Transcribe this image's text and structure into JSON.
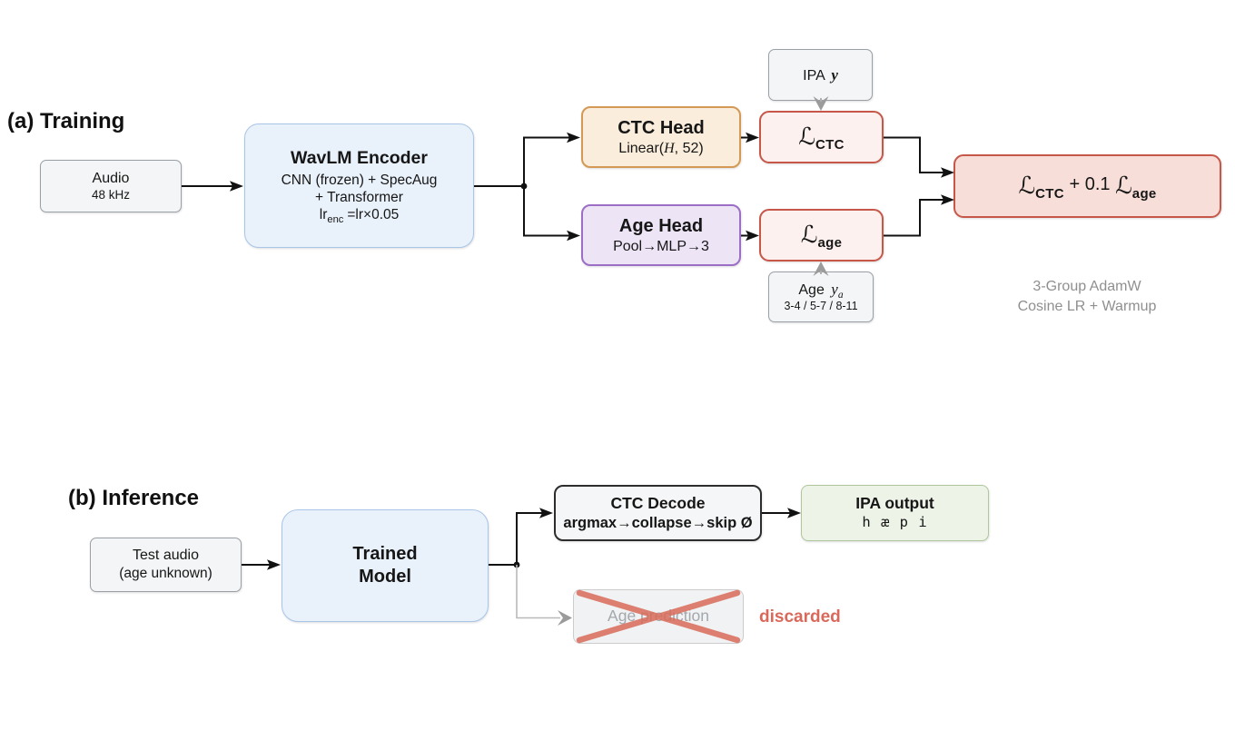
{
  "colors": {
    "background": "#ffffff",
    "grey_fill": "#f4f5f6",
    "grey_border": "#9aa0a6",
    "blue_fill": "#e9f1fa",
    "blue_border": "#a9c6e8",
    "orange_fill": "#faeddb",
    "orange_border": "#d49a55",
    "purple_fill": "#ede4f5",
    "purple_border": "#9d6ec5",
    "loss_fill": "#fcf1ef",
    "loss_border": "#c65749",
    "total_loss_fill": "#f7ded8",
    "green_fill": "#edf3e7",
    "green_border": "#afc79c",
    "decode_fill": "#f5f6f7",
    "decode_border": "#2d2d2d",
    "disabled_fill": "#f1f2f3",
    "disabled_border": "#cccccc",
    "disabled_text": "#a3a8ad",
    "salmon": "#d9695a",
    "muted_text": "#8f8f8f",
    "black_line": "#111111",
    "grey_line": "#b0b0b0"
  },
  "training": {
    "section_label": "(a) Training",
    "audio": {
      "line1": "Audio",
      "line2": "48 kHz"
    },
    "wavlm": {
      "title": "WavLM Encoder",
      "line1": "CNN (frozen) + SpecAug",
      "line2": "+ Transformer",
      "lr_base": "lr",
      "lr_sub": "enc",
      "lr_rest": "=lr×0.05"
    },
    "ctc_head": {
      "title": "CTC Head",
      "sub_prefix": "Linear(",
      "sub_var": "H",
      "sub_suffix": ", 52)"
    },
    "age_head": {
      "title": "Age Head",
      "subtitle": "Pool→MLP→3"
    },
    "ipa_target": {
      "prefix": "IPA ",
      "var": "y"
    },
    "loss_ctc": {
      "symbol": "ℒ",
      "sub": "CTC"
    },
    "loss_age": {
      "symbol": "ℒ",
      "sub": "age"
    },
    "age_target": {
      "prefix": "Age ",
      "var": "y",
      "var_sub": "a",
      "line2": "3-4 / 5-7 / 8-11"
    },
    "total_loss": {
      "symbol1": "ℒ",
      "sub1": "CTC",
      "middle": " + 0.1 ",
      "symbol2": "ℒ",
      "sub2": "age"
    },
    "optimizer_note": {
      "line1": "3-Group AdamW",
      "line2": "Cosine LR + Warmup"
    }
  },
  "inference": {
    "section_label": "(b) Inference",
    "test_audio": {
      "line1": "Test audio",
      "line2": "(age unknown)"
    },
    "trained_model": {
      "line1": "Trained",
      "line2": "Model"
    },
    "ctc_decode": {
      "title": "CTC Decode",
      "subtitle": "argmax→collapse→skip Ø"
    },
    "ipa_output": {
      "title": "IPA output",
      "subtitle": "h æ p i"
    },
    "age_prediction": {
      "label": "Age prediction"
    },
    "discarded_label": "discarded"
  }
}
